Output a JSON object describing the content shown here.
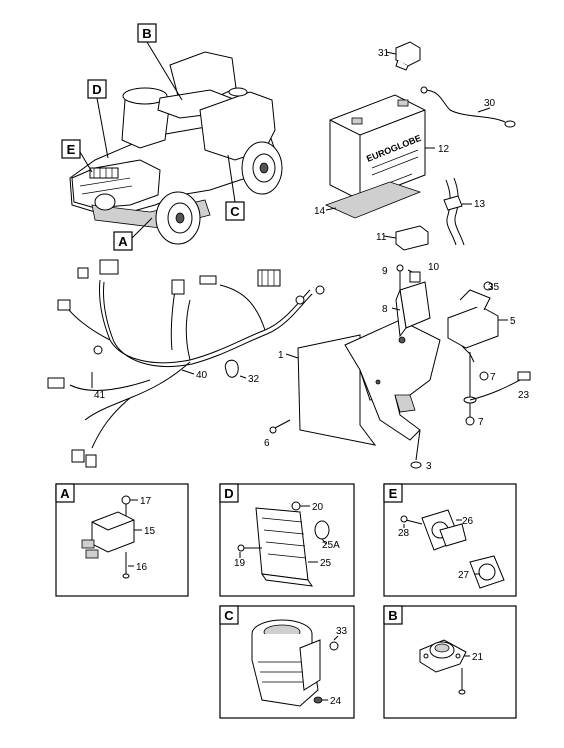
{
  "brand_text": "EUROGLOBE",
  "callouts": {
    "main": [
      "A",
      "B",
      "C",
      "D",
      "E"
    ],
    "detail_titles": [
      "A",
      "D",
      "E",
      "C",
      "B"
    ]
  },
  "part_numbers": {
    "n1": "1",
    "n3": "3",
    "n5": "5",
    "n6": "6",
    "n7a": "7",
    "n7b": "7",
    "n8": "8",
    "n9": "9",
    "n10": "10",
    "n11": "11",
    "n12": "12",
    "n13": "13",
    "n14": "14",
    "n15": "15",
    "n16": "16",
    "n17": "17",
    "n19": "19",
    "n20": "20",
    "n21": "21",
    "n23": "23",
    "n24": "24",
    "n25": "25",
    "n25A": "25A",
    "n26": "26",
    "n27": "27",
    "n28": "28",
    "n30": "30",
    "n31": "31",
    "n32": "32",
    "n33": "33",
    "n35": "35",
    "n40": "40",
    "n41": "41"
  }
}
